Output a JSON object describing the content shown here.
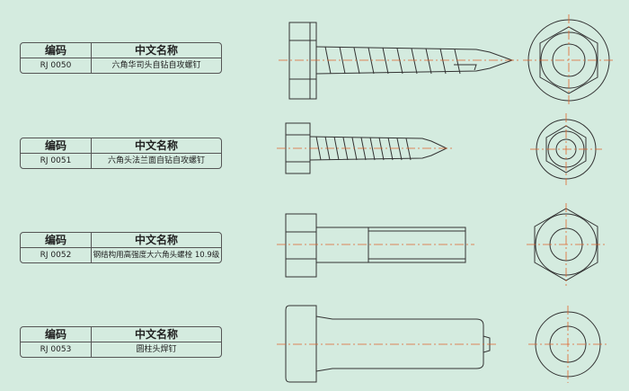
{
  "header": {
    "code_label": "编码",
    "name_label": "中文名称"
  },
  "items": [
    {
      "code": "RJ 0050",
      "name": "六角华司头自钻自攻螺钉"
    },
    {
      "code": "RJ 0051",
      "name": "六角头法兰面自钻自攻螺钉"
    },
    {
      "code": "RJ 0052",
      "name": "钢结构用高强度大六角头螺栓 10.9级"
    },
    {
      "code": "RJ 0053",
      "name": "圆柱头焊钉"
    }
  ],
  "colors": {
    "background": "#d4ebdf",
    "centerline": "#e0662c",
    "outline": "#333333"
  }
}
